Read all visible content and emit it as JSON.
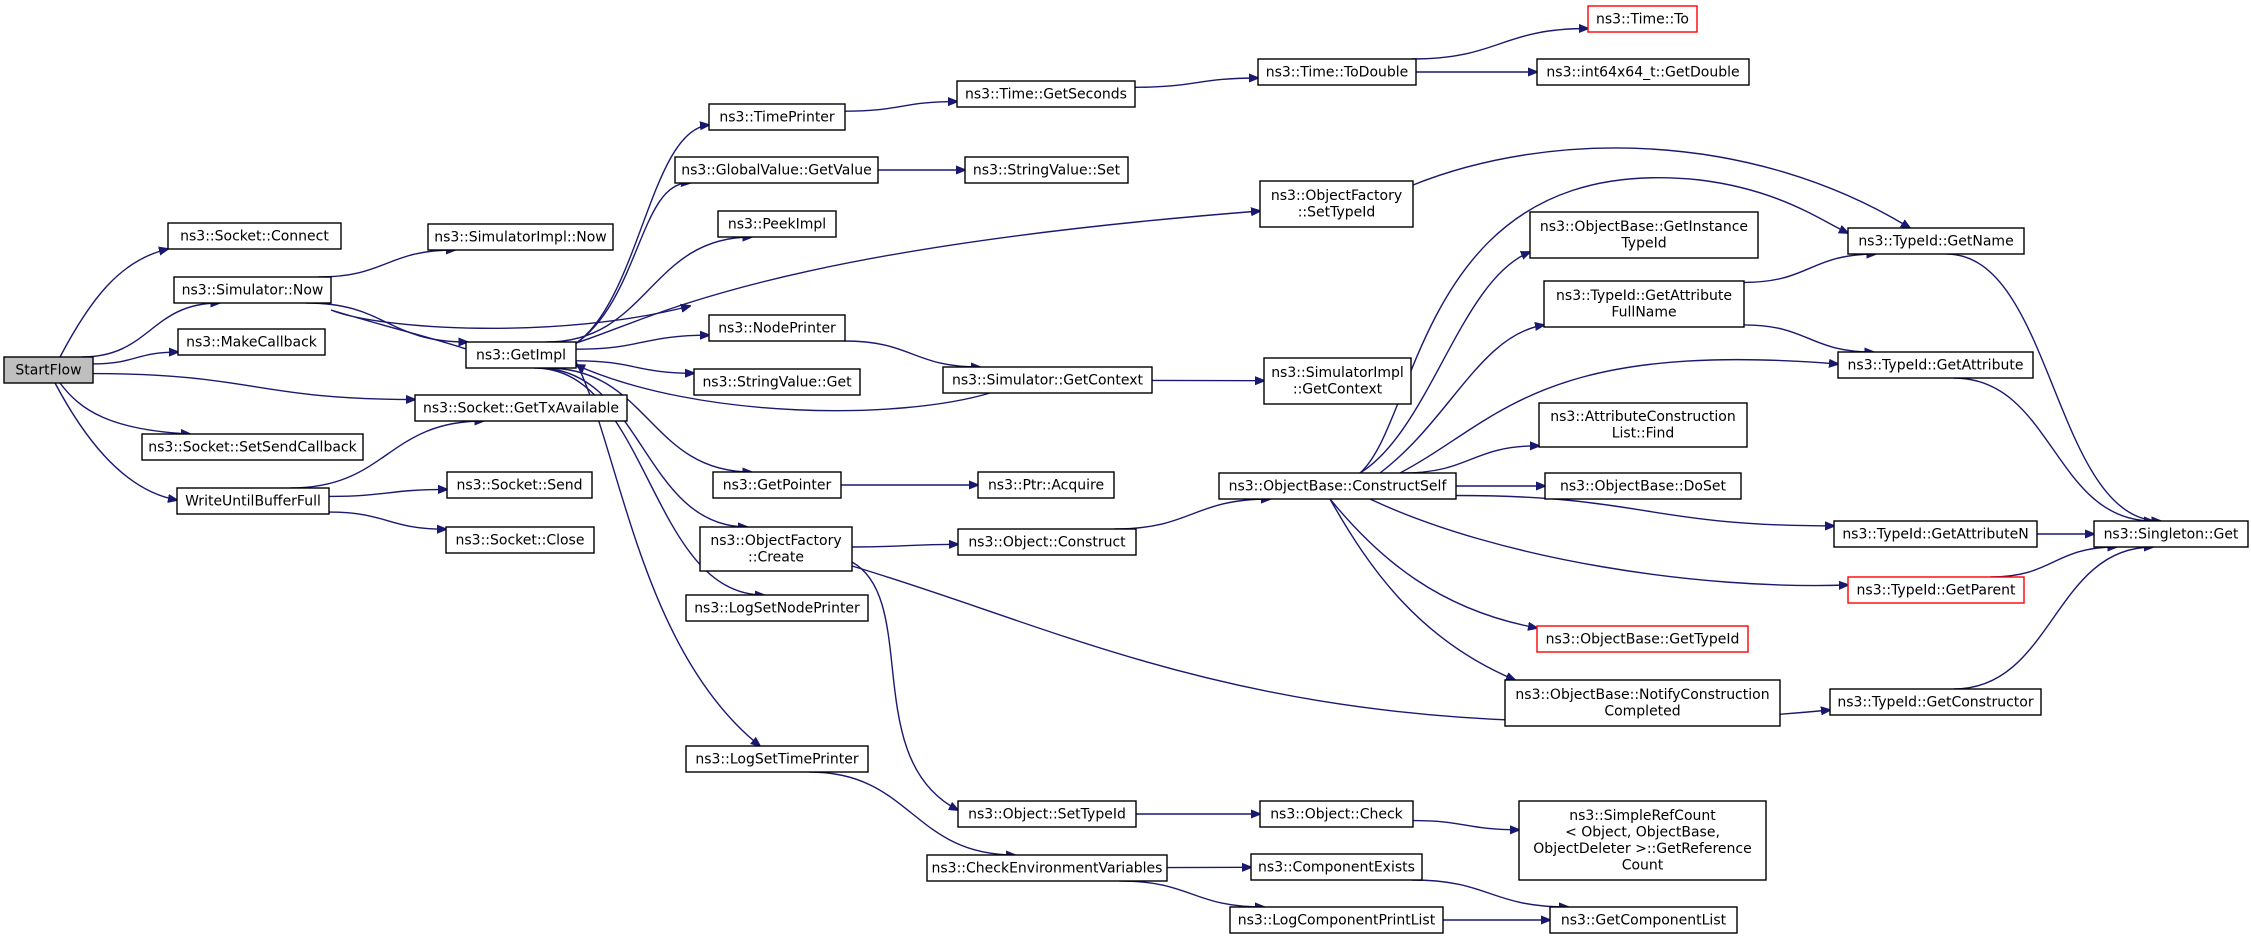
{
  "colors": {
    "edge": "#191970",
    "root_fill": "#bfbfbf",
    "broken_link_border": "#ff0000",
    "node_border": "#000000"
  },
  "nodes": [
    {
      "id": "startflow",
      "lines": [
        "StartFlow"
      ],
      "root": true
    },
    {
      "id": "socket-connect",
      "lines": [
        "ns3::Socket::Connect"
      ]
    },
    {
      "id": "simulator-now",
      "lines": [
        "ns3::Simulator::Now"
      ]
    },
    {
      "id": "makecallback",
      "lines": [
        "ns3::MakeCallback"
      ]
    },
    {
      "id": "socket-gettxavailable",
      "lines": [
        "ns3::Socket::GetTxAvailable"
      ]
    },
    {
      "id": "socket-setsendcallback",
      "lines": [
        "ns3::Socket::SetSendCallback"
      ]
    },
    {
      "id": "writeuntilbufferfull",
      "lines": [
        "WriteUntilBufferFull"
      ]
    },
    {
      "id": "simulatorimpl-now",
      "lines": [
        "ns3::SimulatorImpl::Now"
      ]
    },
    {
      "id": "getimpl",
      "lines": [
        "ns3::GetImpl"
      ]
    },
    {
      "id": "socket-send",
      "lines": [
        "ns3::Socket::Send"
      ]
    },
    {
      "id": "socket-close",
      "lines": [
        "ns3::Socket::Close"
      ]
    },
    {
      "id": "timeprinter",
      "lines": [
        "ns3::TimePrinter"
      ]
    },
    {
      "id": "globalvalue-getvalue",
      "lines": [
        "ns3::GlobalValue::GetValue"
      ]
    },
    {
      "id": "peekimpl",
      "lines": [
        "ns3::PeekImpl"
      ]
    },
    {
      "id": "nodeprinter",
      "lines": [
        "ns3::NodePrinter"
      ]
    },
    {
      "id": "stringvalue-get",
      "lines": [
        "ns3::StringValue::Get"
      ]
    },
    {
      "id": "getpointer",
      "lines": [
        "ns3::GetPointer"
      ]
    },
    {
      "id": "objectfactory-create",
      "lines": [
        "ns3::ObjectFactory",
        "::Create"
      ]
    },
    {
      "id": "logsetnodeprinter",
      "lines": [
        "ns3::LogSetNodePrinter"
      ]
    },
    {
      "id": "logsettimeprinter",
      "lines": [
        "ns3::LogSetTimePrinter"
      ]
    },
    {
      "id": "time-getseconds",
      "lines": [
        "ns3::Time::GetSeconds"
      ]
    },
    {
      "id": "stringvalue-set",
      "lines": [
        "ns3::StringValue::Set"
      ]
    },
    {
      "id": "simulator-getcontext",
      "lines": [
        "ns3::Simulator::GetContext"
      ]
    },
    {
      "id": "ptr-acquire",
      "lines": [
        "ns3::Ptr::Acquire"
      ]
    },
    {
      "id": "object-construct",
      "lines": [
        "ns3::Object::Construct"
      ]
    },
    {
      "id": "object-settypeid",
      "lines": [
        "ns3::Object::SetTypeId"
      ]
    },
    {
      "id": "checkenvironmentvariables",
      "lines": [
        "ns3::CheckEnvironmentVariables"
      ]
    },
    {
      "id": "time-todouble",
      "lines": [
        "ns3::Time::ToDouble"
      ]
    },
    {
      "id": "objectfactory-settypeid",
      "lines": [
        "ns3::ObjectFactory",
        "::SetTypeId"
      ]
    },
    {
      "id": "simulatorimpl-getcontext",
      "lines": [
        "ns3::SimulatorImpl",
        "::GetContext"
      ]
    },
    {
      "id": "objectbase-constructself",
      "lines": [
        "ns3::ObjectBase::ConstructSelf"
      ]
    },
    {
      "id": "object-check",
      "lines": [
        "ns3::Object::Check"
      ]
    },
    {
      "id": "componentexists",
      "lines": [
        "ns3::ComponentExists"
      ]
    },
    {
      "id": "logcomponentprintlist",
      "lines": [
        "ns3::LogComponentPrintList"
      ]
    },
    {
      "id": "time-to",
      "lines": [
        "ns3::Time::To"
      ],
      "red": true
    },
    {
      "id": "int64x64-getdouble",
      "lines": [
        "ns3::int64x64_t::GetDouble"
      ]
    },
    {
      "id": "objectbase-getinstancetypeid",
      "lines": [
        "ns3::ObjectBase::GetInstance",
        "TypeId"
      ]
    },
    {
      "id": "typeid-getattributefullname",
      "lines": [
        "ns3::TypeId::GetAttribute",
        "FullName"
      ]
    },
    {
      "id": "attributeconstructionlist-find",
      "lines": [
        "ns3::AttributeConstruction",
        "List::Find"
      ]
    },
    {
      "id": "objectbase-doset",
      "lines": [
        "ns3::ObjectBase::DoSet"
      ]
    },
    {
      "id": "objectbase-gettypeid",
      "lines": [
        "ns3::ObjectBase::GetTypeId"
      ],
      "red": true
    },
    {
      "id": "objectbase-notifyconstructioncompleted",
      "lines": [
        "ns3::ObjectBase::NotifyConstruction",
        "Completed"
      ]
    },
    {
      "id": "simplerefcount-getreferencecount",
      "lines": [
        "ns3::SimpleRefCount",
        "< Object, ObjectBase,",
        " ObjectDeleter >::GetReference",
        "Count"
      ]
    },
    {
      "id": "getcomponentlist",
      "lines": [
        "ns3::GetComponentList"
      ]
    },
    {
      "id": "typeid-getname",
      "lines": [
        "ns3::TypeId::GetName"
      ]
    },
    {
      "id": "typeid-getattribute",
      "lines": [
        "ns3::TypeId::GetAttribute"
      ]
    },
    {
      "id": "typeid-getattributen",
      "lines": [
        "ns3::TypeId::GetAttributeN"
      ]
    },
    {
      "id": "typeid-getparent",
      "lines": [
        "ns3::TypeId::GetParent"
      ],
      "red": true
    },
    {
      "id": "typeid-getconstructor",
      "lines": [
        "ns3::TypeId::GetConstructor"
      ]
    },
    {
      "id": "singleton-get",
      "lines": [
        "ns3::Singleton::Get"
      ]
    }
  ],
  "edges": [
    [
      "startflow",
      "socket-connect"
    ],
    [
      "startflow",
      "simulator-now"
    ],
    [
      "startflow",
      "makecallback"
    ],
    [
      "startflow",
      "socket-gettxavailable"
    ],
    [
      "startflow",
      "socket-setsendcallback"
    ],
    [
      "startflow",
      "writeuntilbufferfull"
    ],
    [
      "simulator-now",
      "simulatorimpl-now"
    ],
    [
      "simulator-now",
      "getimpl"
    ],
    [
      "writeuntilbufferfull",
      "socket-gettxavailable"
    ],
    [
      "writeuntilbufferfull",
      "socket-send"
    ],
    [
      "writeuntilbufferfull",
      "socket-close"
    ],
    [
      "getimpl",
      "simulator-now"
    ],
    [
      "getimpl",
      "timeprinter"
    ],
    [
      "getimpl",
      "globalvalue-getvalue"
    ],
    [
      "getimpl",
      "peekimpl"
    ],
    [
      "getimpl",
      "nodeprinter"
    ],
    [
      "getimpl",
      "stringvalue-get"
    ],
    [
      "getimpl",
      "getpointer"
    ],
    [
      "getimpl",
      "objectfactory-create"
    ],
    [
      "getimpl",
      "logsetnodeprinter"
    ],
    [
      "getimpl",
      "logsettimeprinter"
    ],
    [
      "getimpl",
      "objectfactory-settypeid"
    ],
    [
      "timeprinter",
      "time-getseconds"
    ],
    [
      "globalvalue-getvalue",
      "stringvalue-set"
    ],
    [
      "nodeprinter",
      "simulator-getcontext"
    ],
    [
      "simulator-getcontext",
      "getimpl"
    ],
    [
      "simulator-getcontext",
      "simulatorimpl-getcontext"
    ],
    [
      "getpointer",
      "ptr-acquire"
    ],
    [
      "objectfactory-create",
      "object-construct"
    ],
    [
      "objectfactory-create",
      "object-settypeid"
    ],
    [
      "objectfactory-create",
      "typeid-getconstructor"
    ],
    [
      "logsettimeprinter",
      "checkenvironmentvariables"
    ],
    [
      "time-getseconds",
      "time-todouble"
    ],
    [
      "time-todouble",
      "time-to"
    ],
    [
      "time-todouble",
      "int64x64-getdouble"
    ],
    [
      "objectfactory-settypeid",
      "typeid-getname"
    ],
    [
      "object-construct",
      "objectbase-constructself"
    ],
    [
      "object-settypeid",
      "object-check"
    ],
    [
      "object-check",
      "simplerefcount-getreferencecount"
    ],
    [
      "checkenvironmentvariables",
      "componentexists"
    ],
    [
      "checkenvironmentvariables",
      "logcomponentprintlist"
    ],
    [
      "componentexists",
      "getcomponentlist"
    ],
    [
      "logcomponentprintlist",
      "getcomponentlist"
    ],
    [
      "objectbase-constructself",
      "objectbase-getinstancetypeid"
    ],
    [
      "objectbase-constructself",
      "typeid-getattributefullname"
    ],
    [
      "objectbase-constructself",
      "attributeconstructionlist-find"
    ],
    [
      "objectbase-constructself",
      "objectbase-doset"
    ],
    [
      "objectbase-constructself",
      "objectbase-gettypeid"
    ],
    [
      "objectbase-constructself",
      "objectbase-notifyconstructioncompleted"
    ],
    [
      "objectbase-constructself",
      "typeid-getname"
    ],
    [
      "objectbase-constructself",
      "typeid-getattribute"
    ],
    [
      "objectbase-constructself",
      "typeid-getattributen"
    ],
    [
      "objectbase-constructself",
      "typeid-getparent"
    ],
    [
      "typeid-getattributefullname",
      "typeid-getname"
    ],
    [
      "typeid-getattributefullname",
      "typeid-getattribute"
    ],
    [
      "typeid-getname",
      "singleton-get"
    ],
    [
      "typeid-getattribute",
      "singleton-get"
    ],
    [
      "typeid-getattributen",
      "singleton-get"
    ],
    [
      "typeid-getparent",
      "singleton-get"
    ],
    [
      "typeid-getconstructor",
      "singleton-get"
    ]
  ]
}
